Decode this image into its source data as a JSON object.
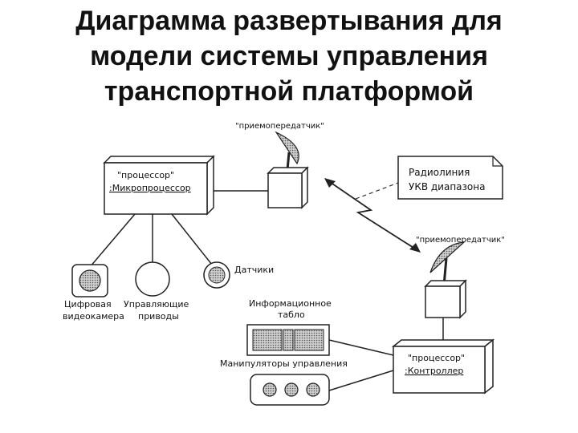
{
  "title": {
    "line1": "Диаграмма развертывания для",
    "line2": "модели системы управления",
    "line3": "транспортной платформой"
  },
  "nodes": {
    "microprocessor": {
      "stereotype": "\"процессор\"",
      "name": ":Микропроцессор"
    },
    "controller": {
      "stereotype": "\"процессор\"",
      "name": ":Контроллер"
    },
    "transceiver_top": {
      "label": "\"приемопередатчик\""
    },
    "transceiver_bottom": {
      "label": "\"приемопередатчик\""
    }
  },
  "note": {
    "line1": "Радиолиния",
    "line2": "УКВ диапазона"
  },
  "devices": {
    "camera_label1": "Цифровая",
    "camera_label2": "видеокамера",
    "drives_label1": "Управляющие",
    "drives_label2": "приводы",
    "sensors_label": "Датчики",
    "panel_label1": "Информационное",
    "panel_label2": "табло",
    "controls_label": "Манипуляторы управления"
  }
}
